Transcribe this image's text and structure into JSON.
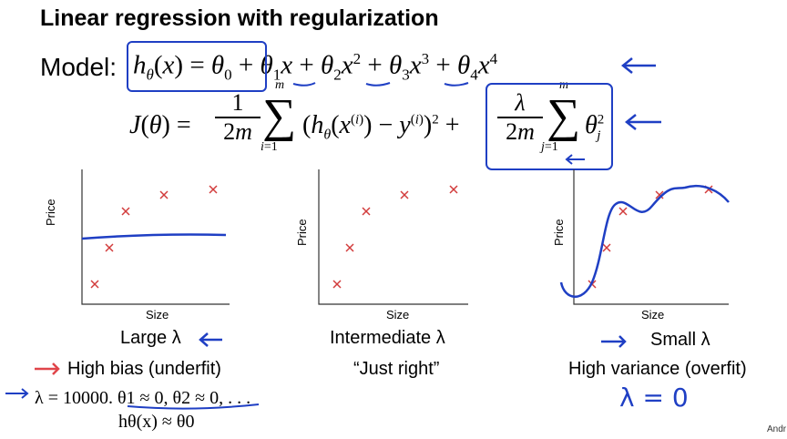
{
  "slide": {
    "title": "Linear regression with regularization",
    "model_label": "Model:",
    "model_equation": "hθ(x) = θ0 + θ1x + θ2x² + θ3x³ + θ4x⁴",
    "cost_equation": "J(θ) = (1/2m) Σ_{i=1}^{m} (hθ(x^(i)) − y^(i))² + (λ/2m) Σ_{j=1}^{m} θ_j²",
    "footer": "Andr"
  },
  "plots": [
    {
      "xlabel": "Size",
      "ylabel": "Price",
      "case": "Large λ",
      "desc": "High bias (underfit)",
      "extra": "λ = 10000.  θ1 ≈ 0, θ2 ≈ 0, . . .",
      "extra2": "hθ(x) ≈ θ0"
    },
    {
      "xlabel": "Size",
      "ylabel": "Price",
      "case": "Intermediate λ",
      "desc": "“Just right”"
    },
    {
      "xlabel": "Size",
      "ylabel": "Price",
      "case": "Small λ",
      "desc": "High variance (overfit)",
      "extra": "λ = 0"
    }
  ],
  "colors": {
    "ink": "#1f3fc4",
    "point": "#d23b3b",
    "arrow_red": "#e0454a"
  }
}
